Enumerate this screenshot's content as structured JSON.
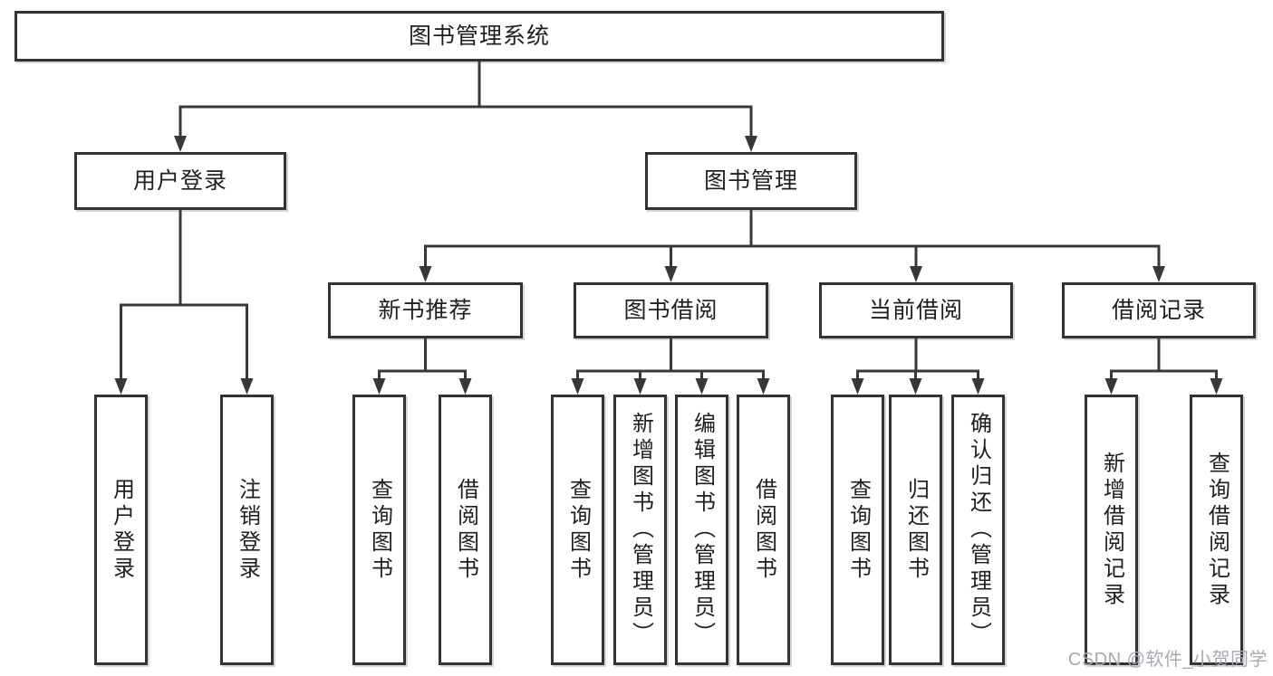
{
  "diagram_type": "hierarchy-tree",
  "colors": {
    "background": "#ffffff",
    "line": "#383838",
    "box_border": "#333333",
    "text": "#1f1f1f",
    "watermark": "#a8a8b2"
  },
  "tree": {
    "root": {
      "label": "图书管理系统",
      "children": [
        {
          "label": "用户登录",
          "children": [
            {
              "label": "用户登录"
            },
            {
              "label": "注销登录"
            }
          ]
        },
        {
          "label": "图书管理",
          "children": [
            {
              "label": "新书推荐",
              "children": [
                {
                  "label": "查询图书"
                },
                {
                  "label": "借阅图书"
                }
              ]
            },
            {
              "label": "图书借阅",
              "children": [
                {
                  "label": "查询图书"
                },
                {
                  "label": "新增图书（管理员）"
                },
                {
                  "label": "编辑图书（管理员）"
                },
                {
                  "label": "借阅图书"
                }
              ]
            },
            {
              "label": "当前借阅",
              "children": [
                {
                  "label": "查询图书"
                },
                {
                  "label": "归还图书"
                },
                {
                  "label": "确认归还（管理员）"
                }
              ]
            },
            {
              "label": "借阅记录",
              "children": [
                {
                  "label": "新增借阅记录"
                },
                {
                  "label": "查询借阅记录"
                }
              ]
            }
          ]
        }
      ]
    }
  },
  "watermark": "CSDN @软件_小贺同学"
}
